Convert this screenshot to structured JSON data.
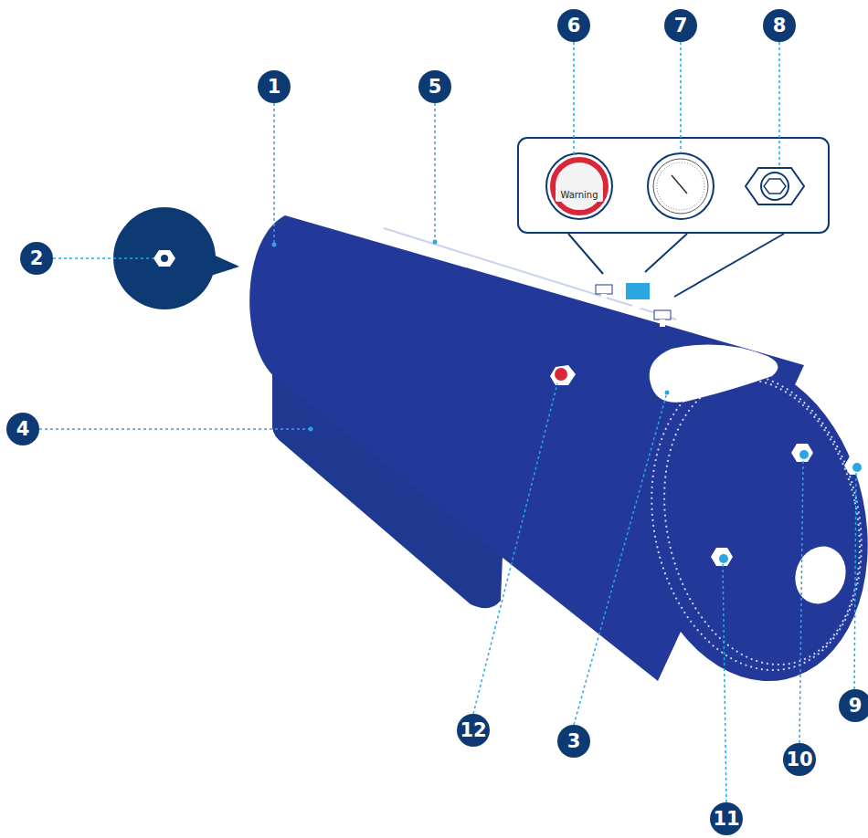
{
  "diagram": {
    "labels": [
      "1",
      "2",
      "3",
      "4",
      "5",
      "6",
      "7",
      "8",
      "9",
      "10",
      "11",
      "12",
      "Warning"
    ]
  }
}
